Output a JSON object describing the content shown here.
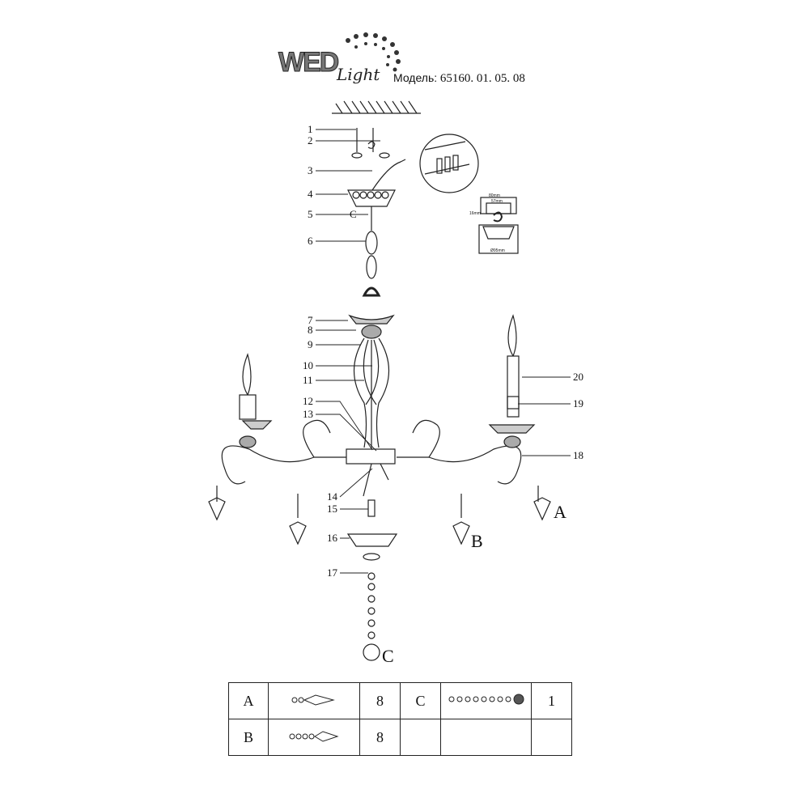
{
  "brand": {
    "logo_main": "WED",
    "logo_sub": "Light"
  },
  "header": {
    "model_label": "Модель:",
    "model_number": "65160. 01. 05. 08"
  },
  "callouts": {
    "left": [
      "1",
      "2",
      "3",
      "4",
      "5",
      "6",
      "7",
      "8",
      "9",
      "10",
      "11",
      "12",
      "13",
      "14",
      "15",
      "16",
      "17"
    ],
    "right": [
      "18",
      "19",
      "20"
    ]
  },
  "pendant_letters": {
    "a": "A",
    "b": "B",
    "c": "C",
    "hook_c": "C"
  },
  "dimensions": {
    "top": "80mm",
    "inner": "57mm",
    "side": "16mm",
    "diameter": "Ø95mm"
  },
  "parts_table": {
    "rows": [
      {
        "left_code": "A",
        "left_icon": "pendant-a-icon",
        "left_qty": "8",
        "right_code": "C",
        "right_icon": "pendant-c-icon",
        "right_qty": "1"
      },
      {
        "left_code": "B",
        "left_icon": "pendant-b-icon",
        "left_qty": "8",
        "right_code": "",
        "right_icon": "",
        "right_qty": ""
      }
    ]
  }
}
